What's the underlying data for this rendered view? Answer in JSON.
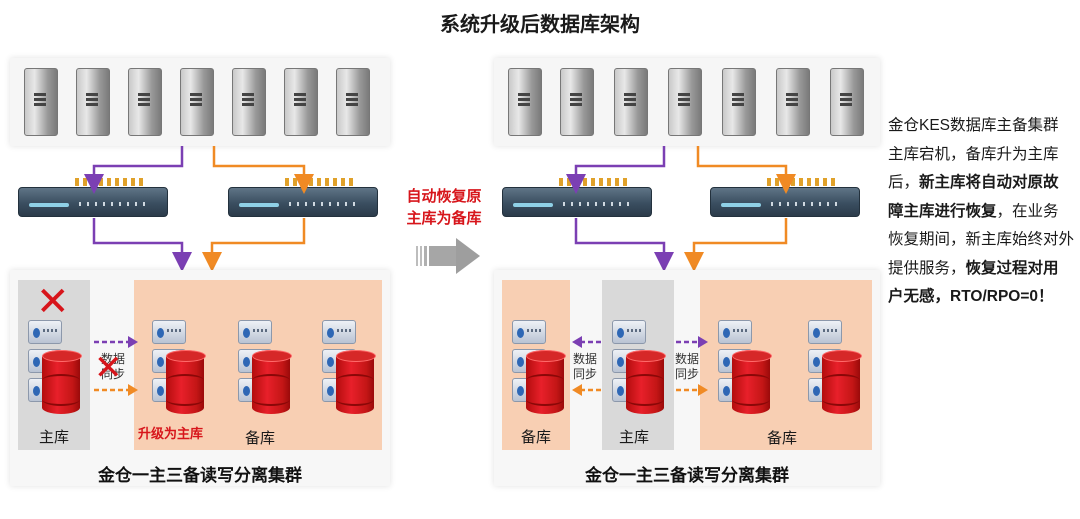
{
  "title": "系统升级后数据库架构",
  "middle_label": [
    "自动恢复原",
    "主库为备库"
  ],
  "left": {
    "primary_label": "主库",
    "standby_label": "备库",
    "promote_label": "升级为主库",
    "sync_label": [
      "数据",
      "同步"
    ],
    "cluster_caption": "金仓一主三备读写分离集群"
  },
  "right": {
    "standby_left_label": "备库",
    "primary_label": "主库",
    "standby_right_label": "备库",
    "sync_left": [
      "数据",
      "同步"
    ],
    "sync_right": [
      "数据",
      "同步"
    ],
    "cluster_caption": "金仓一主三备读写分离集群"
  },
  "description": [
    {
      "text": "金仓KES数据库主备集群主库宕机，备库升为主库后，",
      "bold": false
    },
    {
      "text": "新主库将自动对原故障主库进行恢复",
      "bold": true
    },
    {
      "text": "，在业务恢复期间，新主库始终对外提供服务，",
      "bold": false
    },
    {
      "text": "恢复过程对用户无感，RTO/RPO=0！",
      "bold": true
    }
  ],
  "colors": {
    "purple": "#7b3fb3",
    "orange": "#f08a24",
    "red": "#d7151b",
    "peach": "#f8cfb3",
    "gray_block": "#d9d9d9"
  },
  "icons": {
    "server": "server-tower-icon",
    "switch": "network-switch-icon",
    "database": "database-node-icon",
    "failure": "x-mark-icon",
    "arrow": "right-arrow-icon"
  }
}
